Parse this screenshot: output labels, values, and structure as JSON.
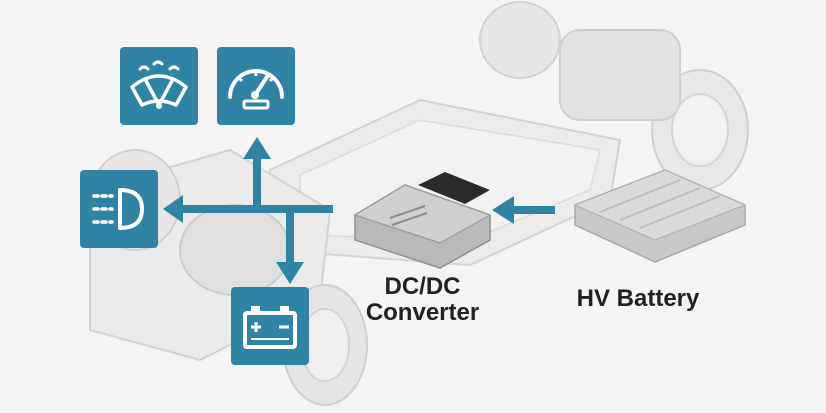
{
  "labels": {
    "converter_line1": "DC/DC",
    "converter_line2": "Converter",
    "battery": "HV Battery"
  },
  "colors": {
    "accent": "#2f84a6",
    "background": "#f4f4f4",
    "text": "#222222"
  },
  "icons": [
    "wiper-icon",
    "speedometer-icon",
    "headlight-icon",
    "car-battery-icon"
  ]
}
